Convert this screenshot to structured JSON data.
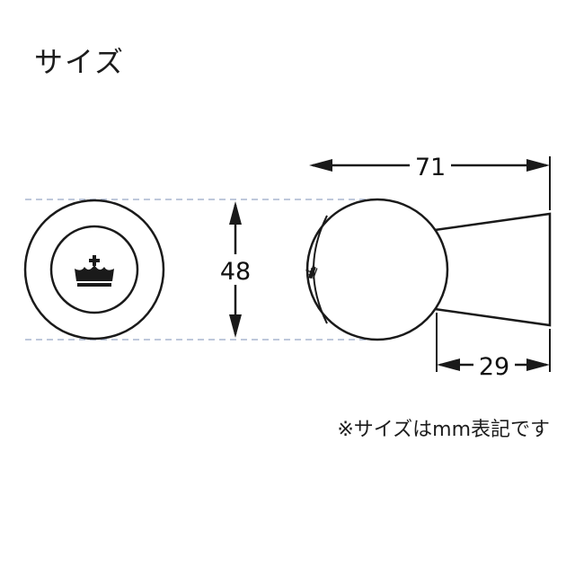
{
  "title": "サイズ",
  "note": "※サイズはmm表記です",
  "dimensions": {
    "overall_width_mm": "71",
    "diameter_mm": "48",
    "base_depth_mm": "29"
  },
  "icons": {
    "front_logo": "crown-icon",
    "side_logo": "crown-icon"
  },
  "colors": {
    "line": "#1a1a1a",
    "guide_dashed": "#a9b6cf",
    "background": "#ffffff",
    "text": "#111111"
  }
}
